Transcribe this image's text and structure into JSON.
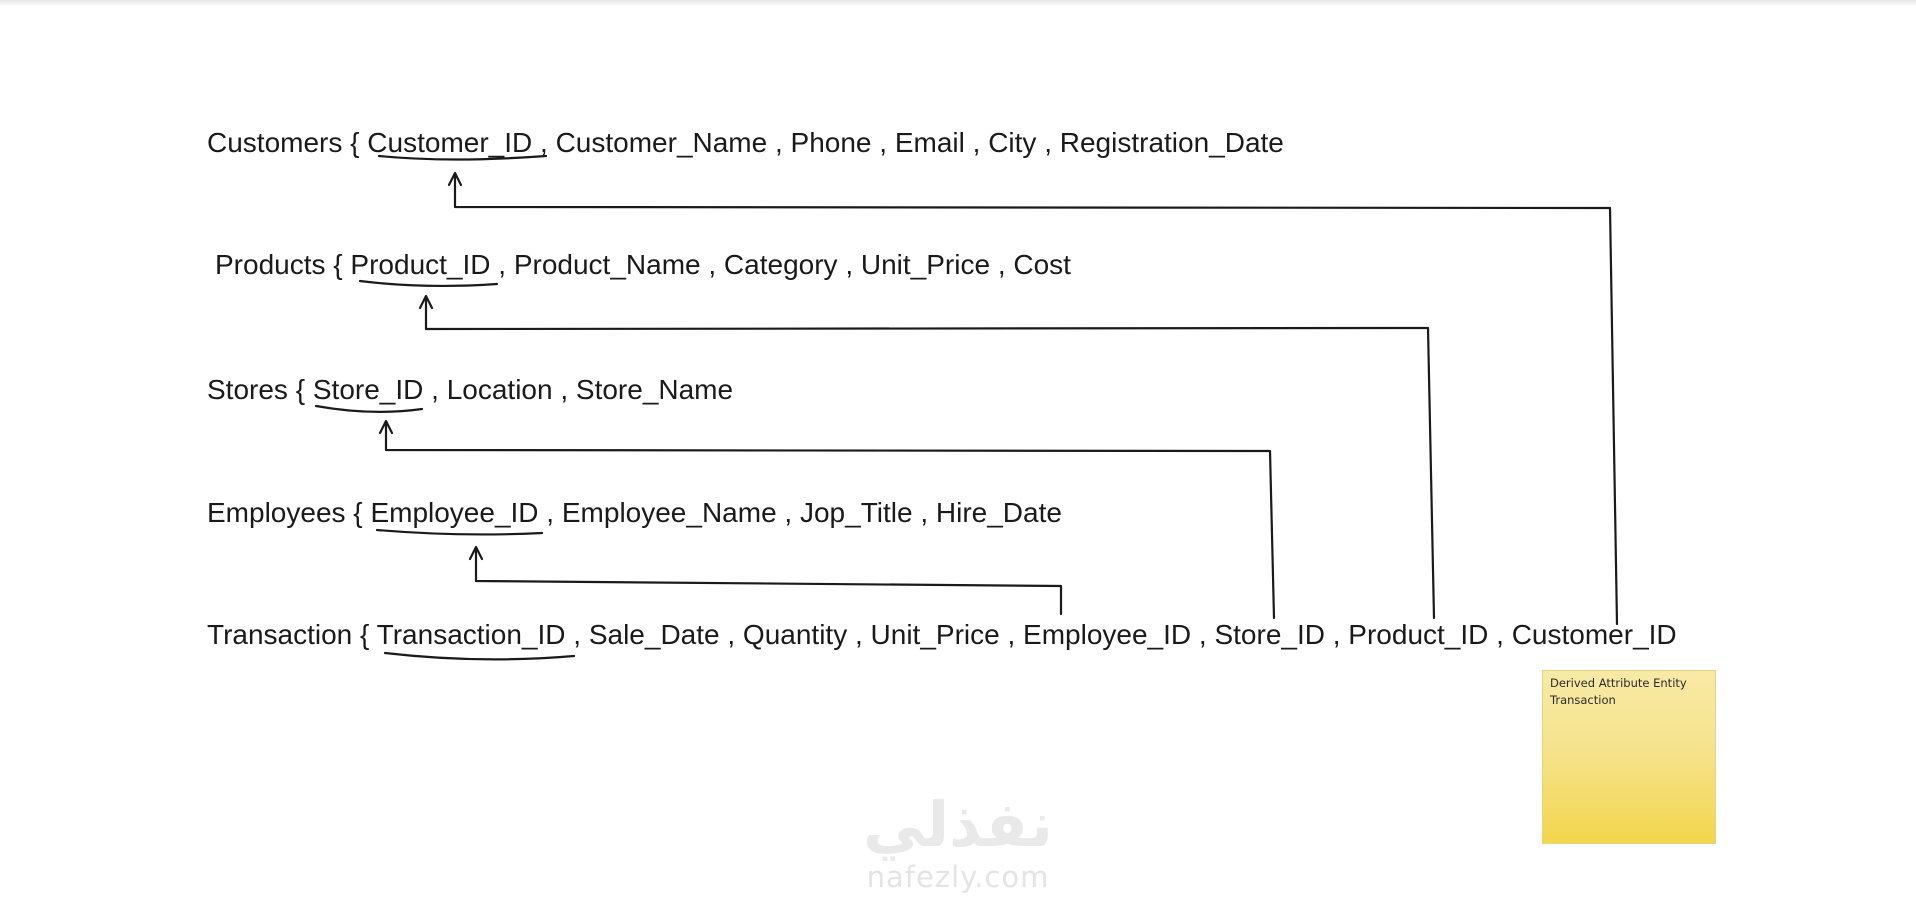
{
  "relations": [
    {
      "entity": "Customers",
      "brace": "{",
      "key": "Customer_ID",
      "rest": " , Customer_Name , Phone , Email , City , Registration_Date"
    },
    {
      "entity": "Products",
      "brace": "{",
      "key": "Product_ID",
      "rest": " , Product_Name , Category , Unit_Price , Cost"
    },
    {
      "entity": "Stores",
      "brace": "{",
      "key": "Store_ID",
      "rest": " , Location , Store_Name"
    },
    {
      "entity": "Employees",
      "brace": "{",
      "key": "Employee_ID",
      "rest": " , Employee_Name , Jop_Title , Hire_Date"
    },
    {
      "entity": "Transaction",
      "brace": "{",
      "key": "Transaction_ID",
      "rest": " , Sale_Date , Quantity , Unit_Price , Employee_ID , Store_ID , Product_ID , Customer_ID"
    }
  ],
  "foreign_keys": [
    {
      "from": "Transaction.Employee_ID",
      "to": "Employees.Employee_ID"
    },
    {
      "from": "Transaction.Store_ID",
      "to": "Stores.Store_ID"
    },
    {
      "from": "Transaction.Product_ID",
      "to": "Products.Product_ID"
    },
    {
      "from": "Transaction.Customer_ID",
      "to": "Customers.Customer_ID"
    }
  ],
  "sticky_note": {
    "line1": "Derived Attribute Entity",
    "line2": "Transaction"
  },
  "watermark": {
    "logo": "نفذلي",
    "text": "nafezly.com"
  },
  "colors": {
    "ink": "#1a1a1a",
    "note": "#f5e38d"
  }
}
